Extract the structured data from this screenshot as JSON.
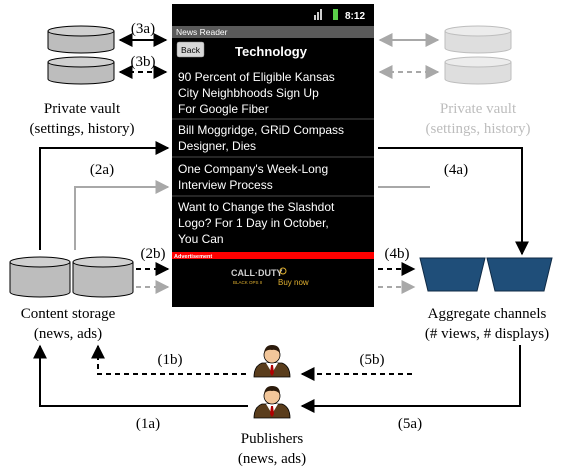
{
  "phone": {
    "status_time": "8:12",
    "app_title": "News Reader",
    "back_label": "Back",
    "section_title": "Technology",
    "articles": [
      {
        "lines": [
          "90 Percent of Eligible Kansas",
          "City Neighbhoods Sign Up",
          "For Google Fiber"
        ]
      },
      {
        "lines": [
          "Bill Moggridge, GRiD Compass",
          "Designer, Dies"
        ]
      },
      {
        "lines": [
          "One Company's Week-Long",
          "Interview Process"
        ]
      },
      {
        "lines": [
          "Want to Change the Slashdot",
          "Logo? For 1 Day in October,",
          "You Can"
        ]
      }
    ],
    "ad_banner_label": "Advertisement",
    "ad_logo_top": "CALL·DUTY",
    "ad_logo_sub": "BLACK OPS II",
    "ad_buy_label": "Buy now"
  },
  "nodes": {
    "private_vault_left": {
      "line1": "Private vault",
      "line2": "(settings, history)"
    },
    "private_vault_right": {
      "line1": "Private vault",
      "line2": "(settings, history)"
    },
    "content_storage": {
      "line1": "Content storage",
      "line2": "(news, ads)"
    },
    "aggregate_channels": {
      "line1": "Aggregate channels",
      "line2": "(# views, # displays)"
    },
    "publishers": {
      "line1": "Publishers",
      "line2": "(news, ads)"
    }
  },
  "edge_labels": {
    "e3a": "(3a)",
    "e3b": "(3b)",
    "e2a": "(2a)",
    "e2b": "(2b)",
    "e4a": "(4a)",
    "e4b": "(4b)",
    "e1a": "(1a)",
    "e1b": "(1b)",
    "e5a": "(5a)",
    "e5b": "(5b)"
  },
  "colors": {
    "arrow_dark": "#000000",
    "arrow_light": "#a8a8a8",
    "disk_fill": "#bdbdbd",
    "channel_fill": "#1f4e79",
    "ad_banner": "#ff0000",
    "phone_bg": "#000000"
  }
}
